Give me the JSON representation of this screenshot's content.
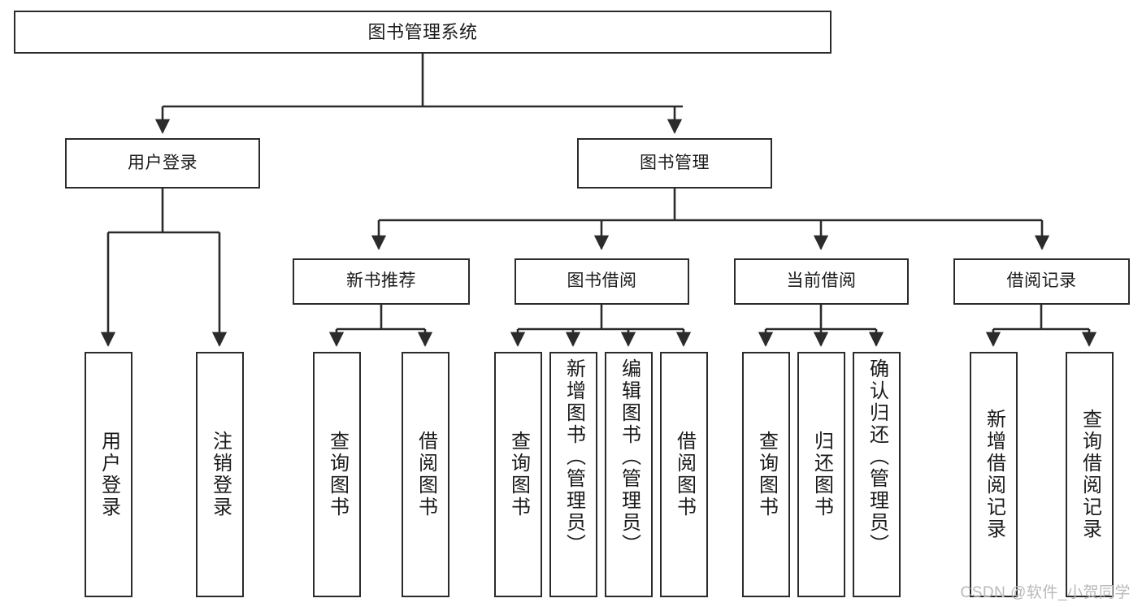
{
  "diagram": {
    "title": "图书管理系统",
    "watermark": "CSDN @软件_小贺同学",
    "colors": {
      "background": "#ffffff",
      "box_border": "#2b2b2b",
      "box_fill": "#ffffff",
      "text": "#1a1a1a",
      "connector": "#2b2b2b",
      "watermark": "#b9b9b9"
    },
    "levels": {
      "level1": "root",
      "level2": "modules",
      "level3": "submodules",
      "level4": "functions"
    },
    "nodes": {
      "root": {
        "label": "图书管理系统"
      },
      "level2": [
        {
          "label": "用户登录"
        },
        {
          "label": "图书管理"
        }
      ],
      "level3": [
        {
          "label": "新书推荐"
        },
        {
          "label": "图书借阅"
        },
        {
          "label": "当前借阅"
        },
        {
          "label": "借阅记录"
        }
      ],
      "leaves": [
        {
          "label": "用户登录"
        },
        {
          "label": "注销登录"
        },
        {
          "label": "查询图书"
        },
        {
          "label": "借阅图书"
        },
        {
          "label": "查询图书"
        },
        {
          "label": "新增图书（管理员）"
        },
        {
          "label": "编辑图书（管理员）"
        },
        {
          "label": "借阅图书"
        },
        {
          "label": "查询图书"
        },
        {
          "label": "归还图书"
        },
        {
          "label": "确认归还（管理员）"
        },
        {
          "label": "新增借阅记录"
        },
        {
          "label": "查询借阅记录"
        }
      ]
    }
  }
}
